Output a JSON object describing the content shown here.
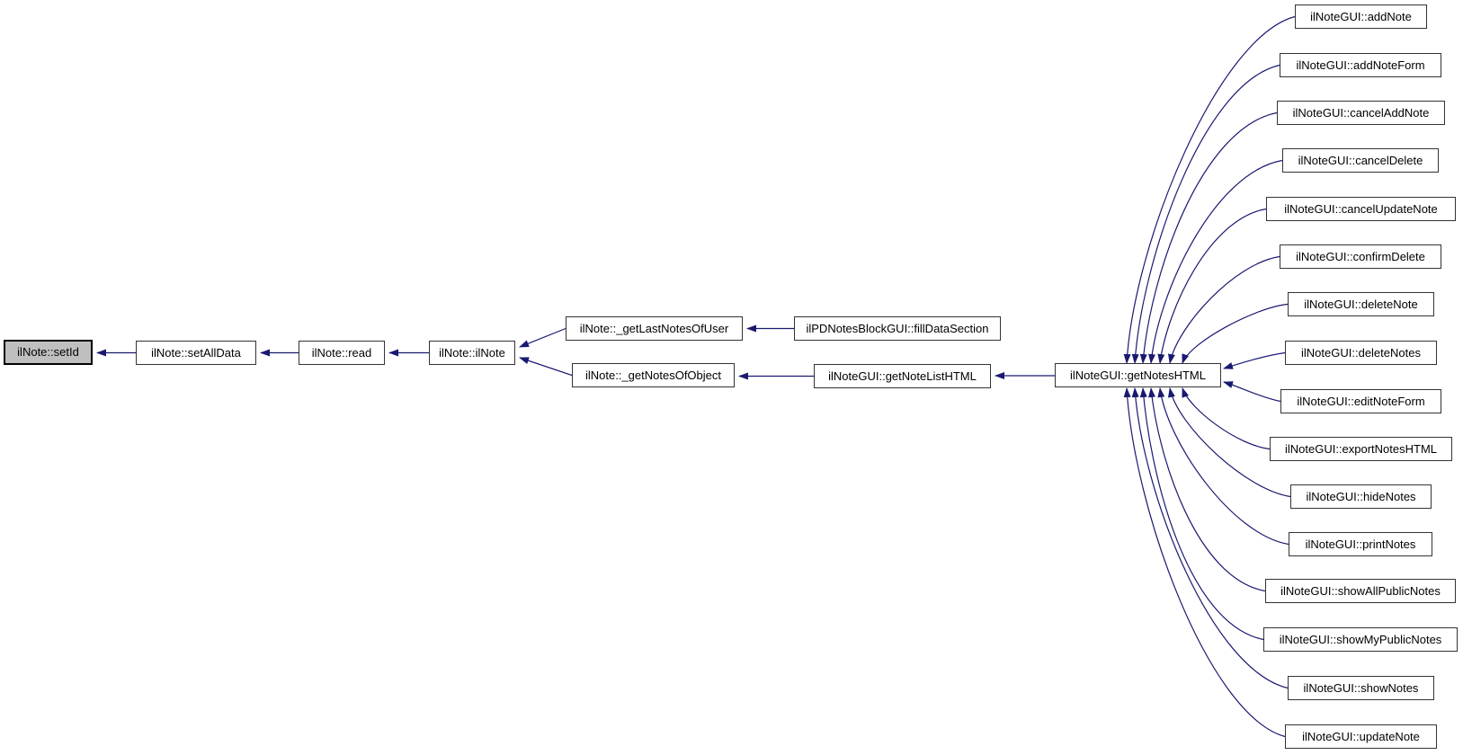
{
  "diagram": {
    "kind": "caller-graph",
    "colors": {
      "edge": "#191970",
      "node_fill": "#ffffff",
      "node_border": "#333333",
      "highlight_fill": "#bfbfbf",
      "background": "#ffffff"
    },
    "nodes": {
      "setId": {
        "label": "ilNote::setId",
        "highlighted": true
      },
      "setAllData": {
        "label": "ilNote::setAllData"
      },
      "read": {
        "label": "ilNote::read"
      },
      "ilNote": {
        "label": "ilNote::ilNote"
      },
      "getLastNotesOfUser": {
        "label": "ilNote::_getLastNotesOfUser"
      },
      "fillDataSection": {
        "label": "ilPDNotesBlockGUI::fillDataSection"
      },
      "getNotesOfObject": {
        "label": "ilNote::_getNotesOfObject"
      },
      "getNoteListHTML": {
        "label": "ilNoteGUI::getNoteListHTML"
      },
      "getNotesHTML": {
        "label": "ilNoteGUI::getNotesHTML"
      },
      "addNote": {
        "label": "ilNoteGUI::addNote"
      },
      "addNoteForm": {
        "label": "ilNoteGUI::addNoteForm"
      },
      "cancelAddNote": {
        "label": "ilNoteGUI::cancelAddNote"
      },
      "cancelDelete": {
        "label": "ilNoteGUI::cancelDelete"
      },
      "cancelUpdateNote": {
        "label": "ilNoteGUI::cancelUpdateNote"
      },
      "confirmDelete": {
        "label": "ilNoteGUI::confirmDelete"
      },
      "deleteNote": {
        "label": "ilNoteGUI::deleteNote"
      },
      "deleteNotes": {
        "label": "ilNoteGUI::deleteNotes"
      },
      "editNoteForm": {
        "label": "ilNoteGUI::editNoteForm"
      },
      "exportNotesHTML": {
        "label": "ilNoteGUI::exportNotesHTML"
      },
      "hideNotes": {
        "label": "ilNoteGUI::hideNotes"
      },
      "printNotes": {
        "label": "ilNoteGUI::printNotes"
      },
      "showAllPublicNotes": {
        "label": "ilNoteGUI::showAllPublicNotes"
      },
      "showMyPublicNotes": {
        "label": "ilNoteGUI::showMyPublicNotes"
      },
      "showNotes": {
        "label": "ilNoteGUI::showNotes"
      },
      "updateNote": {
        "label": "ilNoteGUI::updateNote"
      }
    },
    "edges": [
      {
        "from": "ilNote::setAllData",
        "to": "ilNote::setId"
      },
      {
        "from": "ilNote::read",
        "to": "ilNote::setAllData"
      },
      {
        "from": "ilNote::ilNote",
        "to": "ilNote::read"
      },
      {
        "from": "ilNote::_getLastNotesOfUser",
        "to": "ilNote::ilNote"
      },
      {
        "from": "ilNote::_getNotesOfObject",
        "to": "ilNote::ilNote"
      },
      {
        "from": "ilPDNotesBlockGUI::fillDataSection",
        "to": "ilNote::_getLastNotesOfUser"
      },
      {
        "from": "ilNoteGUI::getNoteListHTML",
        "to": "ilNote::_getNotesOfObject"
      },
      {
        "from": "ilNoteGUI::getNotesHTML",
        "to": "ilNoteGUI::getNoteListHTML"
      },
      {
        "from": "ilNoteGUI::addNote",
        "to": "ilNoteGUI::getNotesHTML"
      },
      {
        "from": "ilNoteGUI::addNoteForm",
        "to": "ilNoteGUI::getNotesHTML"
      },
      {
        "from": "ilNoteGUI::cancelAddNote",
        "to": "ilNoteGUI::getNotesHTML"
      },
      {
        "from": "ilNoteGUI::cancelDelete",
        "to": "ilNoteGUI::getNotesHTML"
      },
      {
        "from": "ilNoteGUI::cancelUpdateNote",
        "to": "ilNoteGUI::getNotesHTML"
      },
      {
        "from": "ilNoteGUI::confirmDelete",
        "to": "ilNoteGUI::getNotesHTML"
      },
      {
        "from": "ilNoteGUI::deleteNote",
        "to": "ilNoteGUI::getNotesHTML"
      },
      {
        "from": "ilNoteGUI::deleteNotes",
        "to": "ilNoteGUI::getNotesHTML"
      },
      {
        "from": "ilNoteGUI::editNoteForm",
        "to": "ilNoteGUI::getNotesHTML"
      },
      {
        "from": "ilNoteGUI::exportNotesHTML",
        "to": "ilNoteGUI::getNotesHTML"
      },
      {
        "from": "ilNoteGUI::hideNotes",
        "to": "ilNoteGUI::getNotesHTML"
      },
      {
        "from": "ilNoteGUI::printNotes",
        "to": "ilNoteGUI::getNotesHTML"
      },
      {
        "from": "ilNoteGUI::showAllPublicNotes",
        "to": "ilNoteGUI::getNotesHTML"
      },
      {
        "from": "ilNoteGUI::showMyPublicNotes",
        "to": "ilNoteGUI::getNotesHTML"
      },
      {
        "from": "ilNoteGUI::showNotes",
        "to": "ilNoteGUI::getNotesHTML"
      },
      {
        "from": "ilNoteGUI::updateNote",
        "to": "ilNoteGUI::getNotesHTML"
      }
    ]
  }
}
